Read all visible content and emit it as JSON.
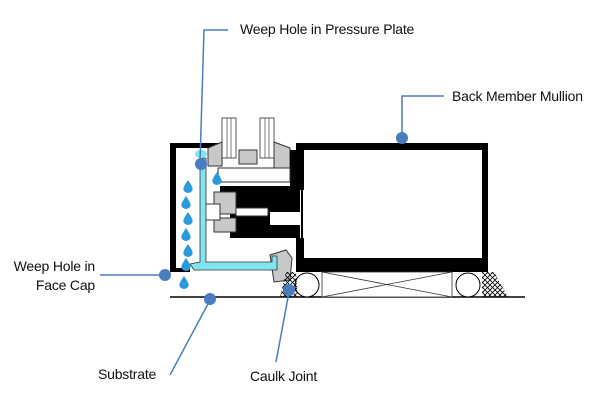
{
  "diagram": {
    "title": "Curtain wall mullion drainage section",
    "colors": {
      "callout": "#4a7cc0",
      "water": "#2a9bd8",
      "water_channel": "#7fe6f0",
      "frame": "#000000",
      "gasket": "#c8c8c8"
    },
    "labels": {
      "weep_pressure_plate": "Weep Hole in Pressure Plate",
      "back_member": "Back Member Mullion",
      "weep_face_cap_line1": "Weep Hole in",
      "weep_face_cap_line2": "Face Cap",
      "substrate": "Substrate",
      "caulk_joint": "Caulk Joint"
    }
  }
}
